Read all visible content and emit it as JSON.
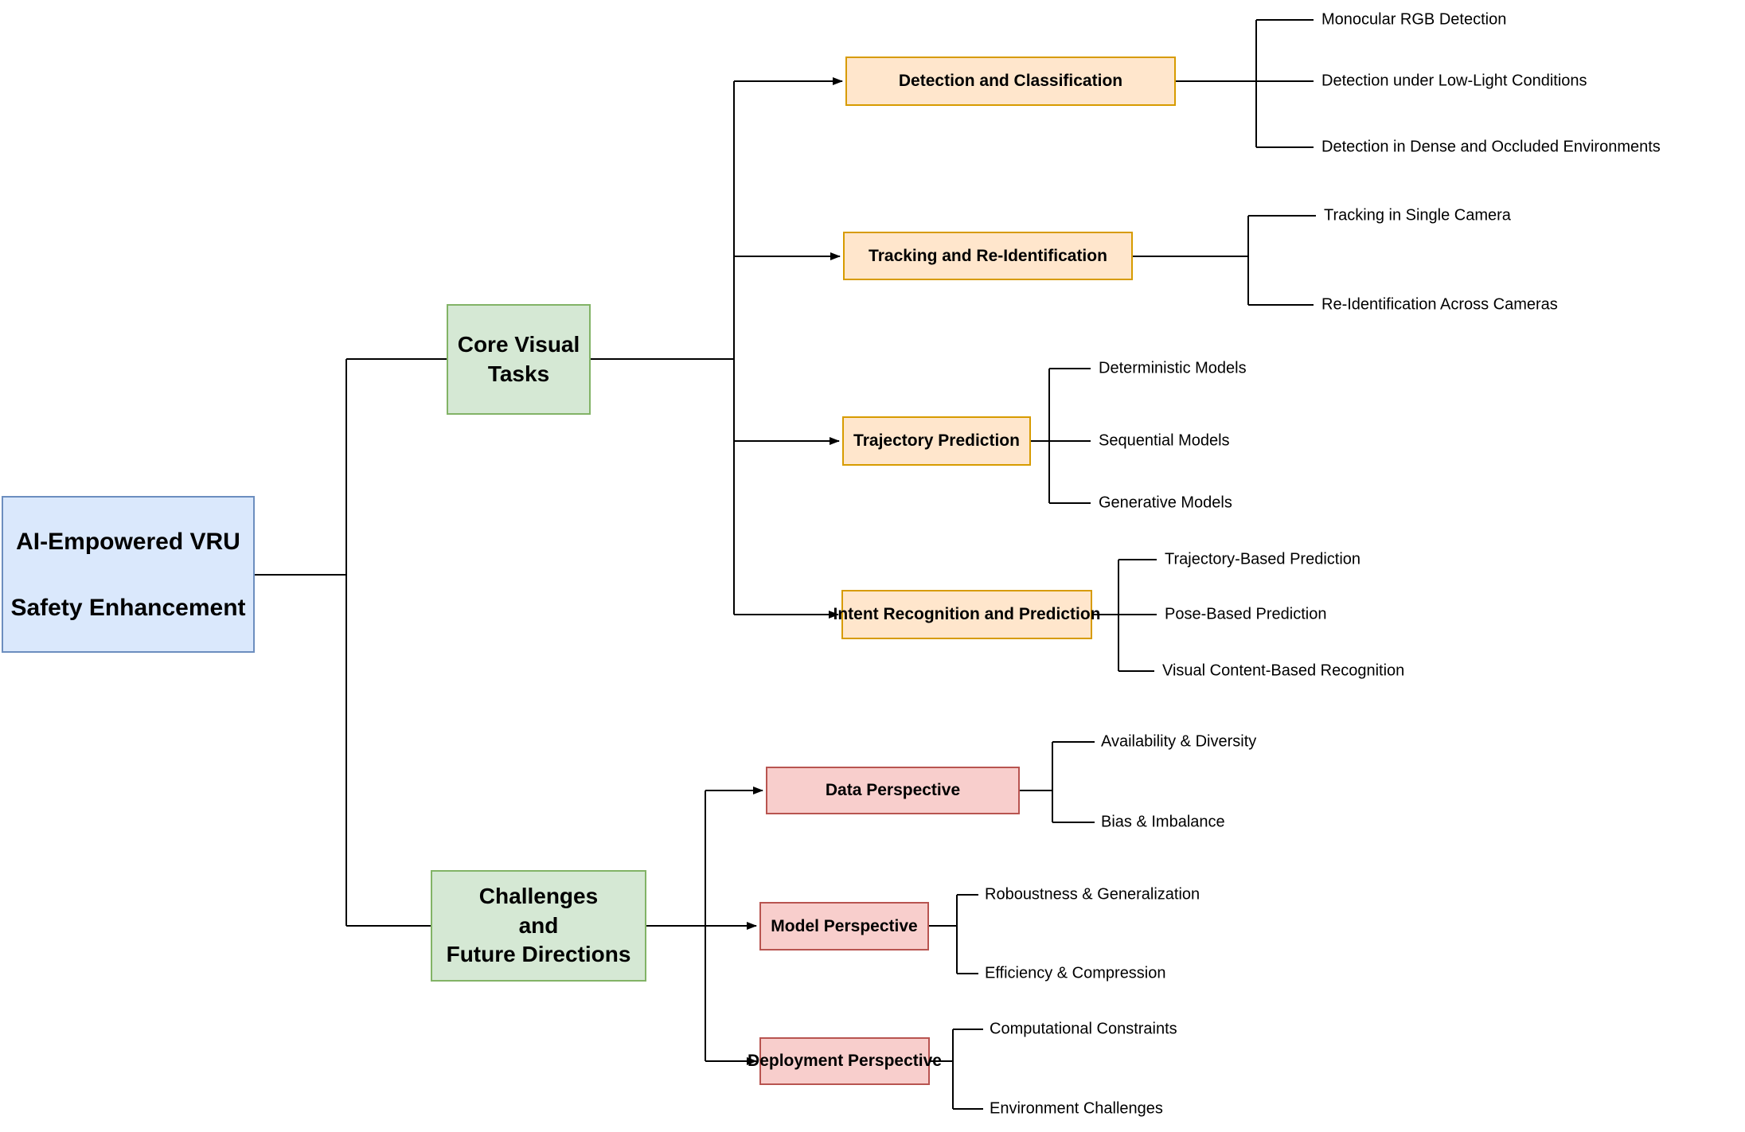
{
  "root": {
    "line1": "AI-Empowered VRU",
    "line2": "Safety Enhancement"
  },
  "branches": [
    {
      "label": "Core Visual Tasks",
      "children": [
        {
          "label": "Detection and Classification",
          "leaves": [
            "Monocular RGB Detection",
            "Detection under Low-Light Conditions",
            "Detection in Dense and Occluded Environments"
          ]
        },
        {
          "label": "Tracking and Re-Identification",
          "leaves": [
            "Tracking in Single Camera",
            "Re-Identification Across Cameras"
          ]
        },
        {
          "label": "Trajectory Prediction",
          "leaves": [
            "Deterministic Models",
            "Sequential Models",
            "Generative Models"
          ]
        },
        {
          "label": "Intent Recognition and Prediction",
          "leaves": [
            "Trajectory-Based Prediction",
            "Pose-Based Prediction",
            "Visual Content-Based Recognition"
          ]
        }
      ]
    },
    {
      "label": "Challenges\nand\nFuture Directions",
      "children": [
        {
          "label": "Data Perspective",
          "leaves": [
            "Availability & Diversity",
            "Bias & Imbalance"
          ]
        },
        {
          "label": "Model Perspective",
          "leaves": [
            "Roboustness & Generalization",
            "Efficiency & Compression"
          ]
        },
        {
          "label": "Deployment Perspective",
          "leaves": [
            "Computational Constraints",
            "Environment Challenges"
          ]
        }
      ]
    }
  ],
  "colors": {
    "background": "#ffffff",
    "text": "#000000",
    "edge": "#000000",
    "root_fill": "#dae8fc",
    "root_stroke": "#6c8ebf",
    "branch_fill": "#d5e8d4",
    "branch_stroke": "#82b366",
    "task_fill": "#ffe6cc",
    "task_stroke": "#d79b00",
    "challenge_fill": "#f8cecc",
    "challenge_stroke": "#b85450"
  }
}
